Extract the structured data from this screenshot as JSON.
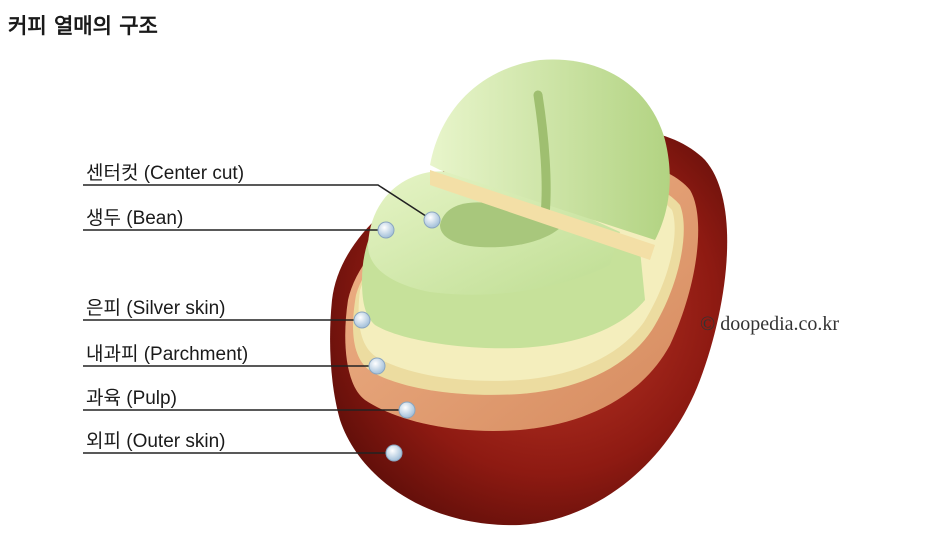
{
  "title": "커피 열매의 구조",
  "labels": {
    "center_cut": "센터컷 (Center cut)",
    "bean": "생두 (Bean)",
    "silver_skin": "은피 (Silver skin)",
    "parchment": "내과피 (Parchment)",
    "pulp": "과육 (Pulp)",
    "outer_skin": "외피 (Outer skin)"
  },
  "credit": "© doopedia.co.kr",
  "colors": {
    "outer_skin": "#8e1a12",
    "pulp": "#e4a072",
    "parchment": "#ecdca0",
    "bean": "#cfe6a6",
    "center_cut": "#b4cf8a"
  }
}
